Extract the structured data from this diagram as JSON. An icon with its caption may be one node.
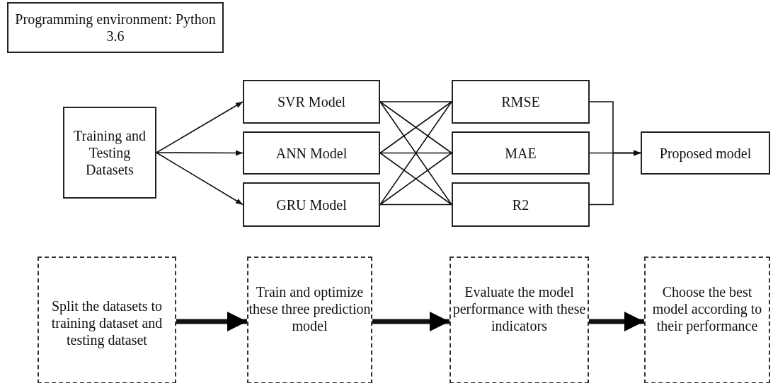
{
  "diagram": {
    "nodes": [
      {
        "text": [
          "Programming environment: Python 3.6"
        ]
      },
      {
        "text": [
          "Training and Testing Datasets"
        ]
      },
      {
        "text": [
          "SVR Model"
        ]
      },
      {
        "text": [
          "ANN Model"
        ]
      },
      {
        "text": [
          "GRU Model"
        ]
      },
      {
        "text": [
          "RMSE"
        ]
      },
      {
        "text": [
          "MAE"
        ]
      },
      {
        "text": [
          "R2"
        ]
      },
      {
        "text": [
          "Proposed model"
        ]
      },
      {
        "text": [
          "Split the datasets to training dataset and testing dataset"
        ]
      },
      {
        "text": [
          "Train and optimize these three prediction model"
        ]
      },
      {
        "text": [
          "Evaluate the model performance with these indicators"
        ]
      },
      {
        "text": [
          "Choose the best model according to their performance"
        ]
      }
    ],
    "edges": [
      {
        "from": 1,
        "to": 2,
        "arrow": "to"
      },
      {
        "from": 1,
        "to": 3,
        "arrow": "to"
      },
      {
        "from": 1,
        "to": 4,
        "arrow": "to"
      },
      {
        "from": 2,
        "to": 5,
        "arrow": "none"
      },
      {
        "from": 2,
        "to": 6,
        "arrow": "none"
      },
      {
        "from": 2,
        "to": 7,
        "arrow": "none"
      },
      {
        "from": 3,
        "to": 5,
        "arrow": "none"
      },
      {
        "from": 3,
        "to": 6,
        "arrow": "none"
      },
      {
        "from": 3,
        "to": 7,
        "arrow": "none"
      },
      {
        "from": 4,
        "to": 5,
        "arrow": "none"
      },
      {
        "from": 4,
        "to": 6,
        "arrow": "none"
      },
      {
        "from": 4,
        "to": 7,
        "arrow": "none"
      },
      {
        "from": 5,
        "to": 8,
        "arrow": "to"
      },
      {
        "from": 6,
        "to": 8,
        "arrow": "to"
      },
      {
        "from": 7,
        "to": 8,
        "arrow": "to"
      },
      {
        "from": 9,
        "to": 10,
        "arrow": "to",
        "style": "thick"
      },
      {
        "from": 10,
        "to": 11,
        "arrow": "to",
        "style": "thick"
      },
      {
        "from": 11,
        "to": 12,
        "arrow": "to",
        "style": "thick"
      }
    ]
  }
}
